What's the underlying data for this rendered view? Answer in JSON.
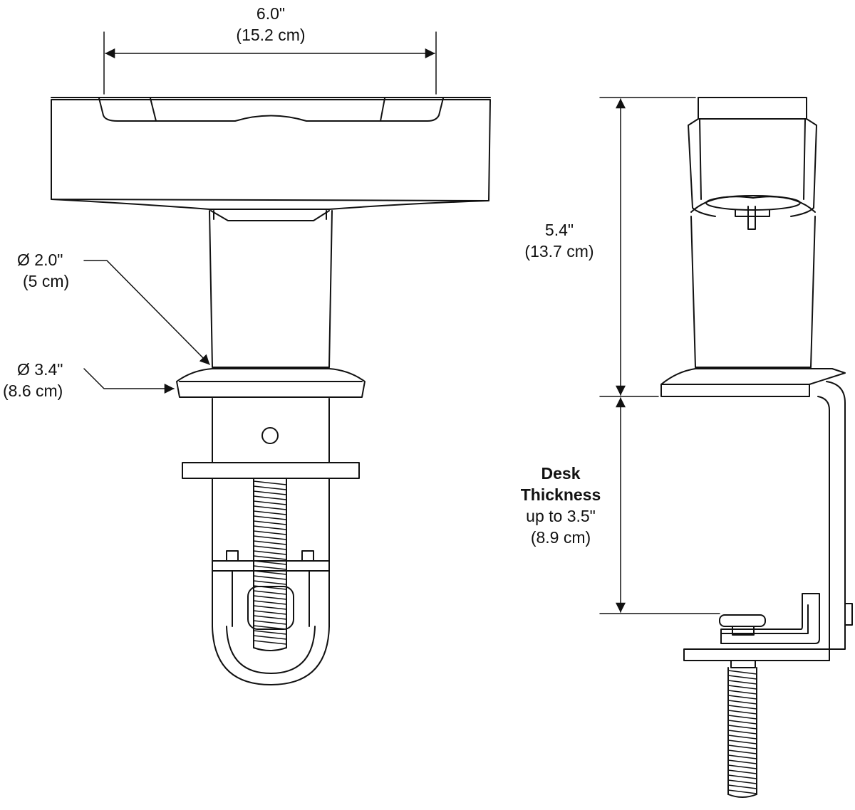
{
  "dimensions": {
    "top_width": {
      "imperial": "6.0\"",
      "metric": "(15.2 cm)"
    },
    "post_diameter": {
      "imperial": "Ø 2.0\"",
      "metric": "(5 cm)"
    },
    "base_diameter": {
      "imperial": "Ø 3.4\"",
      "metric": "(8.6 cm)"
    },
    "height": {
      "imperial": "5.4\"",
      "metric": "(13.7 cm)"
    },
    "desk_thickness": {
      "title_line1": "Desk",
      "title_line2": "Thickness",
      "imperial": "up to 3.5\"",
      "metric": "(8.9 cm)"
    }
  },
  "colors": {
    "line": "#111111",
    "fill": "#ffffff"
  }
}
